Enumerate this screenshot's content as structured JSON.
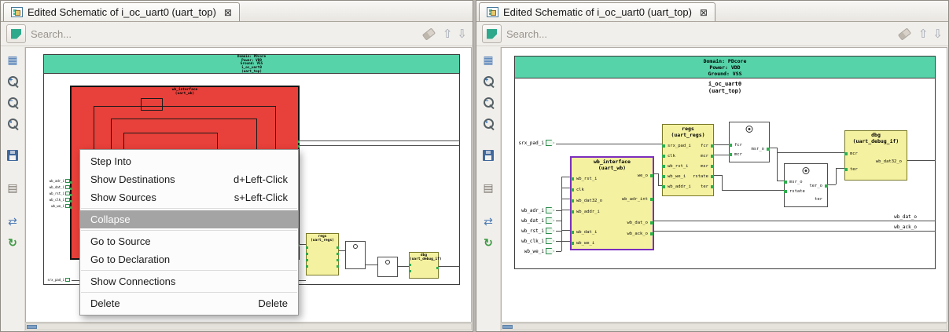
{
  "window": {
    "tab_title": "Edited Schematic of i_oc_uart0 (uart_top)",
    "close_glyph": "⊠",
    "search_placeholder": "Search..."
  },
  "icons": {
    "find_prev": "⇧",
    "find_next": "⇩",
    "overview": "▦",
    "zoom_in_sign": "+",
    "zoom_out_sign": "−",
    "zoom_fit_sign": "▪",
    "form": "▤",
    "swap": "⇄",
    "refresh": "↻"
  },
  "menu": {
    "items": [
      {
        "label": "Step Into",
        "shortcut": ""
      },
      {
        "label": "Show Destinations",
        "shortcut": "d+Left-Click"
      },
      {
        "label": "Show Sources",
        "shortcut": "s+Left-Click"
      },
      {
        "label": "Collapse",
        "shortcut": ""
      },
      {
        "label": "Go to Source",
        "shortcut": ""
      },
      {
        "label": "Go to Declaration",
        "shortcut": ""
      },
      {
        "label": "Show Connections",
        "shortcut": ""
      },
      {
        "label": "Delete",
        "shortcut": "Delete"
      }
    ]
  },
  "schematic": {
    "domain": [
      "Domain: PDcore",
      "Power: VDD",
      "Ground: VSS"
    ],
    "instance": "i_oc_uart0",
    "entity": "(uart_top)",
    "blocks": {
      "wb": {
        "name": "wb_interface",
        "entity": "(uart_wb)",
        "left_ports": [
          "wb_rst_i",
          "clk",
          "wb_dat32_o",
          "wb_addr_i",
          "wb_dat_i",
          "wb_we_i"
        ],
        "right_ports": [
          "we_o",
          "wb_adr_int",
          "wb_dat_o",
          "wb_ack_o"
        ]
      },
      "regs": {
        "name": "regs",
        "entity": "(uart_regs)",
        "left_ports": [
          "srx_pad_i",
          "clk",
          "wb_rst_i",
          "wb_we_i",
          "wb_addr_i"
        ],
        "right_ports": [
          "fcr",
          "mcr",
          "msr",
          "rstate",
          "ter"
        ]
      },
      "dbg": {
        "name": "dbg",
        "entity": "(uart_debug_if)",
        "left_ports": [
          "mcr",
          "ter"
        ],
        "inner_label": "wb_dat32_o"
      },
      "ff1": {
        "left_ports": [
          "fcr",
          "mcr"
        ],
        "right_ports": [
          "msr_o"
        ]
      },
      "ff2": {
        "left_ports": [
          "msr_o",
          "rstate"
        ],
        "right_ports": [
          "ter_o"
        ],
        "inner_label": "ter"
      }
    },
    "inputs": [
      "srx_pad_i",
      "wb_adr_i",
      "wb_dat_i",
      "wb_rst_i",
      "wb_clk_i",
      "wb_we_i"
    ],
    "outputs": [
      "wb_dat_o",
      "wb_ack_o"
    ]
  },
  "colors": {
    "domain_fill": "#57d3a9",
    "block_fill": "#f4f1a0",
    "selected_red": "#e8403a",
    "select_border": "#7b2fbe"
  }
}
